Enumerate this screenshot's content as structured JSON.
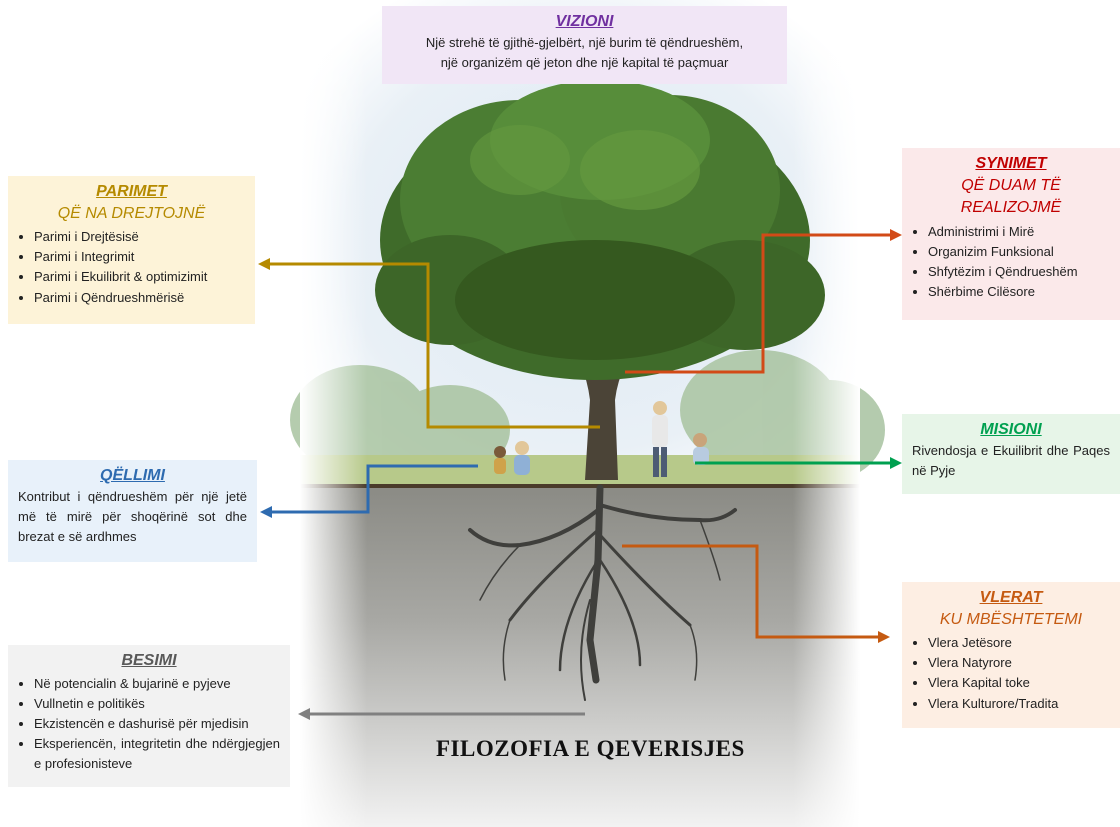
{
  "vizioni": {
    "title": "VIZIONI",
    "text_line1": "Një strehë të gjithë-gjelbërt, një burim të qëndrueshëm,",
    "text_line2": "një organizëm që jeton dhe një kapital të paçmuar"
  },
  "parimet": {
    "title": "PARIMET",
    "subtitle": "QË NA DREJTOJNË",
    "items": [
      "Parimi i Drejtësisë",
      "Parimi i Integrimit",
      "Parimi i Ekuilibrit & optimizimit",
      "Parimi i Qëndrueshmërisë"
    ]
  },
  "synimet": {
    "title": "SYNIMET",
    "subtitle_line1": "QË DUAM TË",
    "subtitle_line2": "REALIZOJMË",
    "items": [
      "Administrimi i Mirë",
      "Organizim Funksional",
      "Shfytëzim i Qëndrueshëm",
      "Shërbime Cilësore"
    ]
  },
  "misioni": {
    "title": "MISIONI",
    "text": "Rivendosja e Ekuilibrit dhe Paqes në Pyje"
  },
  "qellimi": {
    "title": "QËLLIMI",
    "text": "Kontribut i qëndrueshëm për një jetë më të mirë për shoqërinë sot dhe brezat e së ardhmes"
  },
  "vlerat": {
    "title": "VLERAT",
    "subtitle": "KU MBËSHTETEMI",
    "items": [
      "Vlera Jetësore",
      "Vlera Natyrore",
      "Vlera Kapital toke",
      "Vlera Kulturore/Tradita"
    ]
  },
  "besimi": {
    "title": "BESIMI",
    "items": [
      "Në potencialin & bujarinë e pyjeve",
      "Vullnetin e politikës",
      "Ekzistencën e dashurisë për mjedisin",
      "Eksperiencën, integritetin dhe ndërgjegjen e profesionisteve"
    ]
  },
  "footer": {
    "title": "FILOZOFIA E QEVERISJES"
  },
  "colors": {
    "vizioni": "#7030a0",
    "parimet": "#b58a00",
    "synimet": "#c00000",
    "misioni": "#00a050",
    "qellimi": "#2e6bb0",
    "vlerat": "#c55a11",
    "besimi": "#808080"
  },
  "icons": {
    "illustration": "tree-with-roots",
    "figures": "people-planting-icon"
  }
}
